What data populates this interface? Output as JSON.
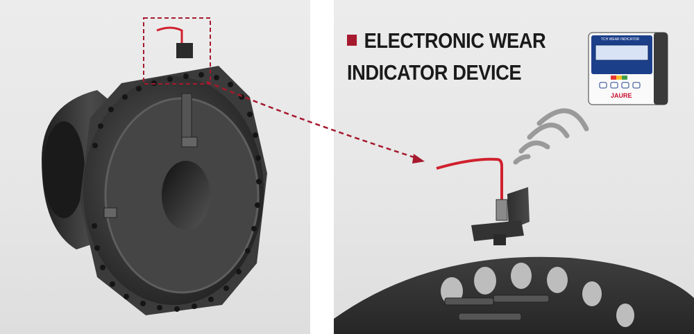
{
  "heading": {
    "line1": "ELECTRONIC WEAR",
    "line2": "INDICATOR DEVICE"
  },
  "device": {
    "screen_title": "TCH WEAR INDICATOR",
    "brand": "JAURE"
  },
  "colors": {
    "accent": "#a6192e",
    "cable": "#d0202e",
    "metal_dark": "#2b2b2b",
    "background": "#e8e8e8"
  },
  "icons": {
    "bullet": "square-bullet-icon",
    "signal": "wireless-signal-icon"
  }
}
